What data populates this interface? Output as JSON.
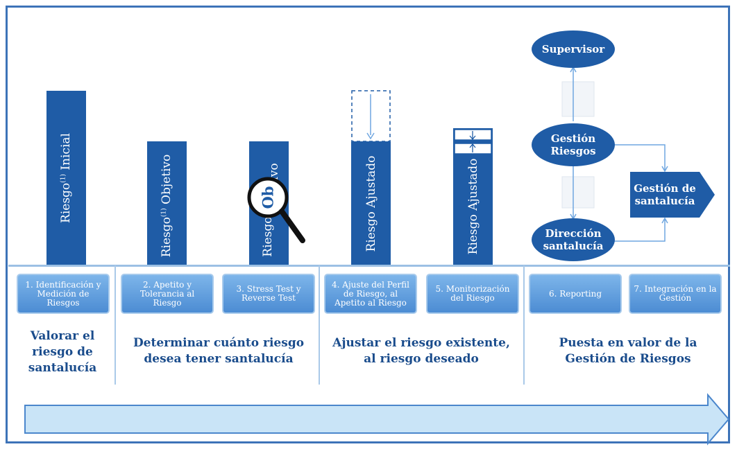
{
  "columns": [
    {
      "label_main": "Riesgo",
      "label_sup": "(1)",
      "label_tail": " Inicial"
    },
    {
      "label_main": "Riesgo",
      "label_sup": "(1)",
      "label_tail": " Objetivo"
    },
    {
      "label_main": "Riesgo",
      "label_sup": "(1",
      "label_tail": "",
      "magnifier_text": "Ob",
      "label_after": "ivo"
    },
    {
      "label": "Riesgo Ajustado"
    },
    {
      "label": "Riesgo Ajustado"
    }
  ],
  "steps": [
    "1. Identificación y Medición de Riesgos",
    "2. Apetito y Tolerancia al Riesgo",
    "3. Stress Test y Reverse Test",
    "4. Ajuste del Perfil de Riesgo, al Apetito al Riesgo",
    "5. Monitorización del Riesgo",
    "6. Reporting",
    "7. Integración en la Gestión"
  ],
  "phases": [
    "Valorar el riesgo de santalucía",
    "Determinar cuánto riesgo desea tener santalucía",
    "Ajustar el riesgo existente, al riesgo deseado",
    "Puesta en valor de la Gestión de Riesgos"
  ],
  "flow": {
    "supervisor": "Supervisor",
    "gestion_riesgos": "Gestión Riesgos",
    "direccion": "Dirección santalucía",
    "gestion_santalucia": "Gestión de santalucía"
  },
  "colors": {
    "dark_blue": "#1f5ca6",
    "light_blue": "#5c9be0",
    "text_blue": "#1a4c8c"
  }
}
